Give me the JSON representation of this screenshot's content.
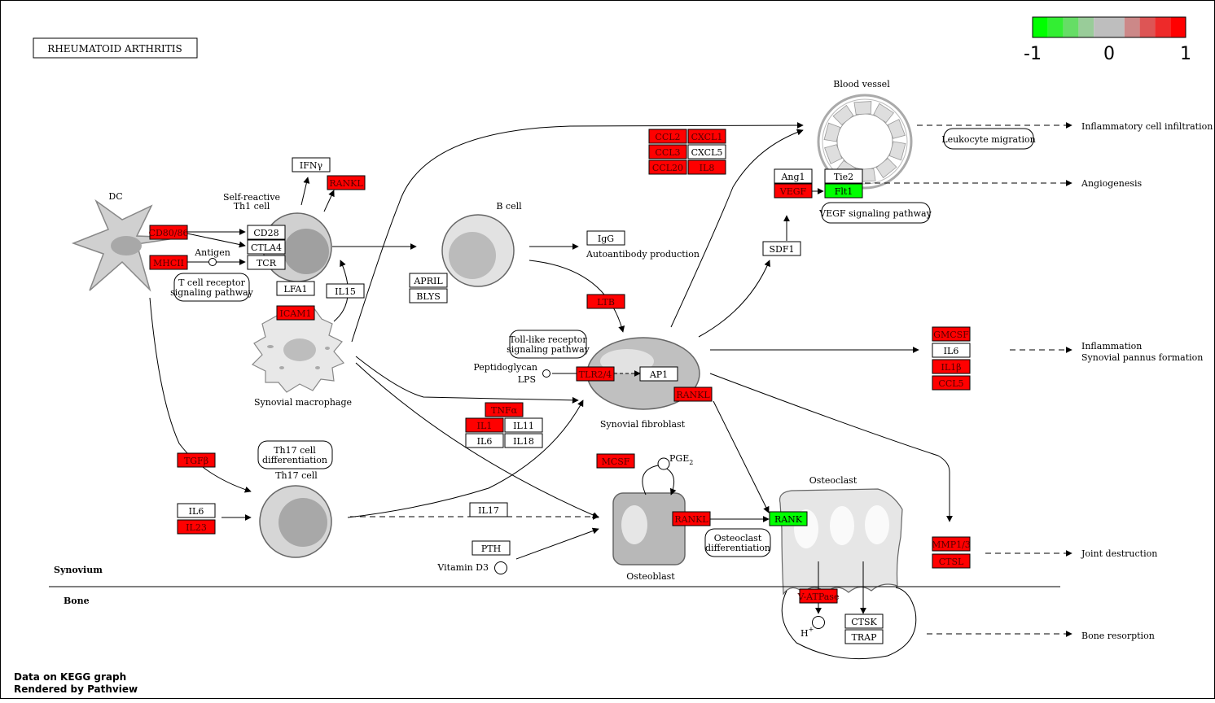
{
  "title": "RHEUMATOID  ARTHRITIS",
  "legend": {
    "min_label": "-1",
    "mid_label": "0",
    "max_label": "1",
    "colors": [
      "#00ff00",
      "#33ee33",
      "#66dd66",
      "#99cc99",
      "#bebebe",
      "#bebebe",
      "#cc8888",
      "#dd5555",
      "#ee2a2a",
      "#ff0000"
    ]
  },
  "colors": {
    "up": "#ff0000",
    "down": "#00ff00",
    "none": "#ffffff"
  },
  "footer": {
    "line1": "Data on KEGG graph",
    "line2": "Rendered by Pathview"
  },
  "labels": {
    "dc": "DC",
    "th1_a": "Self-reactive",
    "th1_b": "Th1 cell",
    "antigen": "Antigen",
    "tcr_a": "T cell receptor",
    "tcr_b": "signaling pathway",
    "bcell": "B cell",
    "autoab": "Autoantibody production",
    "macro": "Synovial macrophage",
    "tlr_a": "Toll-like receptor",
    "tlr_b": "signaling pathway",
    "pepti": "Peptidoglycan",
    "lps": "LPS",
    "fibro": "Synovial fibroblast",
    "th17diff_a": "Th17 cell",
    "th17diff_b": "differentiation",
    "th17": "Th17 cell",
    "pge": "PGE",
    "pge_sub": "2",
    "vitd": "Vitamin D3",
    "osteoblast": "Osteoblast",
    "osteoclast": "Osteoclast",
    "ocdiff_a": "Osteoclast",
    "ocdiff_b": "differentiation",
    "hplus": "H",
    "hplus_sup": "+",
    "vessel": "Blood vessel",
    "leuko": "Leukocyte migration",
    "vegfpath": "VEGF signaling pathway",
    "infil": "Inflammatory cell infiltration",
    "angio": "Angiogenesis",
    "infl_a": "Inflammation",
    "infl_b": "Synovial pannus formation",
    "joint": "Joint destruction",
    "boneres": "Bone resorption",
    "synovium": "Synovium",
    "bone": "Bone"
  },
  "genes": {
    "cd8086": {
      "label": "CD80/86",
      "state": "up"
    },
    "mhcii": {
      "label": "MHCII",
      "state": "up"
    },
    "cd28": {
      "label": "CD28",
      "state": "none"
    },
    "ctla4": {
      "label": "CTLA4",
      "state": "none"
    },
    "tcr": {
      "label": "TCR",
      "state": "none"
    },
    "ifny": {
      "label": "IFNγ",
      "state": "none"
    },
    "rankl1": {
      "label": "RANKL",
      "state": "up"
    },
    "lfa1": {
      "label": "LFA1",
      "state": "none"
    },
    "il15": {
      "label": "IL15",
      "state": "none"
    },
    "icam1": {
      "label": "ICAM1",
      "state": "up"
    },
    "april": {
      "label": "APRIL",
      "state": "none"
    },
    "blys": {
      "label": "BLYS",
      "state": "none"
    },
    "igg": {
      "label": "IgG",
      "state": "none"
    },
    "ltb": {
      "label": "LTB",
      "state": "up"
    },
    "ccl2": {
      "label": "CCL2",
      "state": "up"
    },
    "cxcl1": {
      "label": "CXCL1",
      "state": "up"
    },
    "ccl3": {
      "label": "CCL3",
      "state": "up"
    },
    "cxcl5": {
      "label": "CXCL5",
      "state": "none"
    },
    "ccl20": {
      "label": "CCL20",
      "state": "up"
    },
    "il8": {
      "label": "IL8",
      "state": "up"
    },
    "ang1": {
      "label": "Ang1",
      "state": "none"
    },
    "tie2": {
      "label": "Tie2",
      "state": "none"
    },
    "vegf": {
      "label": "VEGF",
      "state": "up"
    },
    "flt1": {
      "label": "Flt1",
      "state": "down"
    },
    "sdf1": {
      "label": "SDF1",
      "state": "none"
    },
    "tlr24": {
      "label": "TLR2/4",
      "state": "up"
    },
    "ap1": {
      "label": "AP1",
      "state": "none"
    },
    "rankl2": {
      "label": "RANKL",
      "state": "up"
    },
    "tnfa": {
      "label": "TNFα",
      "state": "up"
    },
    "il1": {
      "label": "IL1",
      "state": "up"
    },
    "il11": {
      "label": "IL11",
      "state": "none"
    },
    "il6a": {
      "label": "IL6",
      "state": "none"
    },
    "il18": {
      "label": "IL18",
      "state": "none"
    },
    "gmcsf": {
      "label": "GMCSF",
      "state": "up"
    },
    "il6b": {
      "label": "IL6",
      "state": "none"
    },
    "il1b": {
      "label": "IL1β",
      "state": "up"
    },
    "ccl5": {
      "label": "CCL5",
      "state": "up"
    },
    "tgfb": {
      "label": "TGFβ",
      "state": "up"
    },
    "il6c": {
      "label": "IL6",
      "state": "none"
    },
    "il23": {
      "label": "IL23",
      "state": "up"
    },
    "il17": {
      "label": "IL17",
      "state": "none"
    },
    "mcsf": {
      "label": "MCSF",
      "state": "up"
    },
    "pth": {
      "label": "PTH",
      "state": "none"
    },
    "rankl3": {
      "label": "RANKL",
      "state": "up"
    },
    "rank": {
      "label": "RANK",
      "state": "down"
    },
    "mmp13": {
      "label": "MMP1/3",
      "state": "up"
    },
    "ctsl": {
      "label": "CTSL",
      "state": "up"
    },
    "vatpase": {
      "label": "V-ATPase",
      "state": "up"
    },
    "ctsk": {
      "label": "CTSK",
      "state": "none"
    },
    "trap": {
      "label": "TRAP",
      "state": "none"
    }
  }
}
